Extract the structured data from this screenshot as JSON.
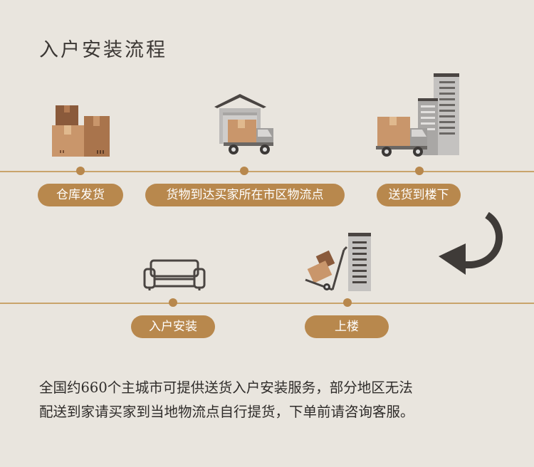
{
  "page": {
    "title": "入户安装流程",
    "description_line1": "全国约660个主城市可提供送货入户安装服务，部分地区无法",
    "description_line2": "配送到家请买家到当地物流点自行提货，下单前请咨询客服。"
  },
  "steps": [
    {
      "label": "仓库发货",
      "icon": "boxes-icon"
    },
    {
      "label": "货物到达买家所在市区物流点",
      "icon": "warehouse-truck-icon"
    },
    {
      "label": "送货到楼下",
      "icon": "truck-building-icon"
    },
    {
      "label": "上楼",
      "icon": "hand-truck-building-icon"
    },
    {
      "label": "入户安装",
      "icon": "sofa-icon"
    }
  ],
  "colors": {
    "background": "#e9e5de",
    "accent": "#b8884d",
    "line": "#c9a46b",
    "text": "#2f2c2a"
  }
}
